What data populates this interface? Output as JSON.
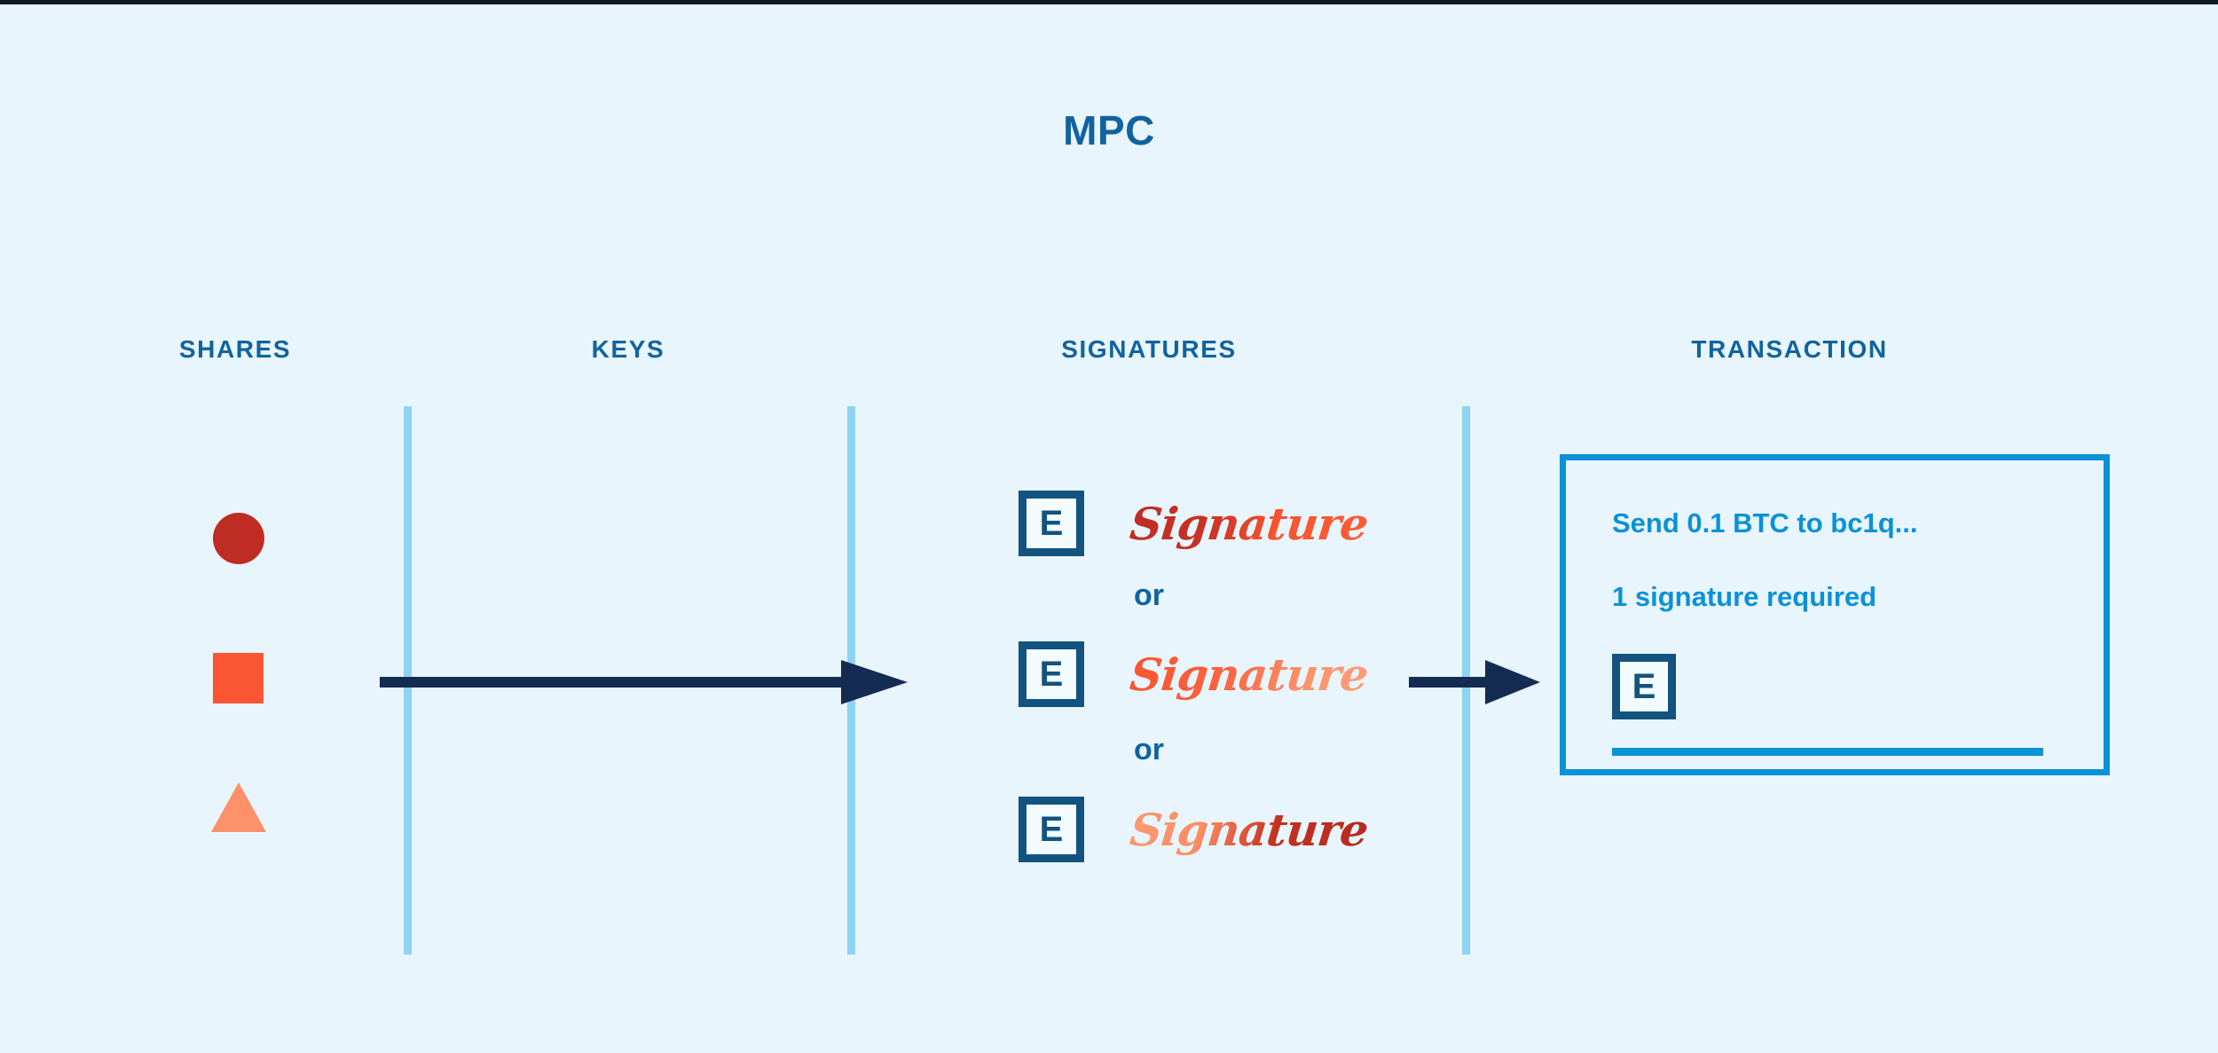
{
  "diagram": {
    "title": "MPC",
    "background_color": "#e8f5fd",
    "accent_blue": "#11639e",
    "bright_blue": "#0b91d8",
    "divider_blue": "#8dd3f2",
    "arrow_color": "#152c52",
    "columns": [
      {
        "label": "SHARES"
      },
      {
        "label": "KEYS"
      },
      {
        "label": "SIGNATURES"
      },
      {
        "label": "TRANSACTION"
      }
    ],
    "shares": [
      {
        "shape": "circle",
        "color": "#bf2c24",
        "name": "share-circle"
      },
      {
        "shape": "square",
        "color": "#fb5634",
        "name": "share-square"
      },
      {
        "shape": "triangle",
        "color": "#fd9169",
        "name": "share-triangle"
      }
    ],
    "signatures": [
      {
        "badge": "E",
        "text": "Signature",
        "gradient_from": "#bf2c24",
        "gradient_to": "#fb5d38"
      },
      {
        "badge": "E",
        "text": "Signature",
        "gradient_from": "#f9542f",
        "gradient_to": "#fe9e79"
      },
      {
        "badge": "E",
        "text": "Signature",
        "gradient_from": "#fd9a72",
        "gradient_to": "#b52b1f"
      }
    ],
    "connectors": [
      {
        "label": "or"
      },
      {
        "label": "or"
      }
    ],
    "transaction": {
      "detail_line": "Send 0.1 BTC to bc1q...",
      "requirement_line": "1 signature required",
      "badge": "E",
      "border_color": "#0b91d8"
    }
  }
}
